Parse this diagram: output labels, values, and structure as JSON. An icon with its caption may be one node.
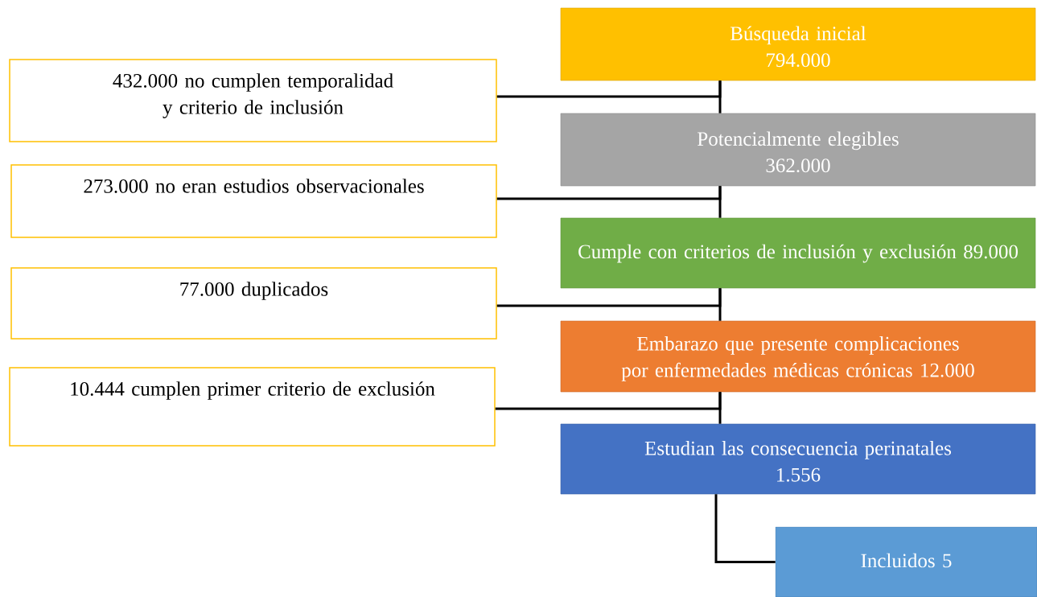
{
  "diagram": {
    "nodes": [
      {
        "text": [
          "Búsqueda inicial",
          "794.000"
        ]
      },
      {
        "text": [
          "Potencialmente elegibles",
          "362.000"
        ]
      },
      {
        "text": [
          "Cumple con criterios de inclusión y exclusión 89.000"
        ]
      },
      {
        "text": [
          "Embarazo que presente complicaciones por enfermedades médicas crónicas 12.000"
        ]
      },
      {
        "text": [
          "Estudian las consecuencia perinatales",
          "1.556"
        ]
      },
      {
        "text": [
          "Incluidos 5"
        ]
      },
      {
        "text": [
          "432.000 no cumplen temporalidad y criterio de inclusión"
        ]
      },
      {
        "text": [
          "273.000 no eran estudios observacionales"
        ]
      },
      {
        "text": [
          "77.000 duplicados"
        ]
      },
      {
        "text": [
          "10.444 cumplen primer criterio de exclusión"
        ]
      }
    ],
    "edges": [
      {
        "from": 0,
        "to": 1,
        "arrow": "none"
      },
      {
        "from": 1,
        "to": 2,
        "arrow": "none"
      },
      {
        "from": 2,
        "to": 3,
        "arrow": "none"
      },
      {
        "from": 3,
        "to": 4,
        "arrow": "none"
      },
      {
        "from": 4,
        "to": 5,
        "arrow": "none"
      },
      {
        "from": 0,
        "to": 6,
        "arrow": "none"
      },
      {
        "from": 1,
        "to": 7,
        "arrow": "none"
      },
      {
        "from": 2,
        "to": 8,
        "arrow": "none"
      },
      {
        "from": 3,
        "to": 9,
        "arrow": "none"
      }
    ]
  }
}
